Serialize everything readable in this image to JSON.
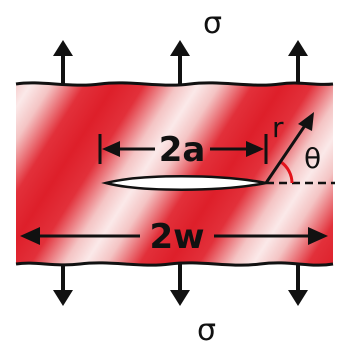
{
  "diagram": {
    "stress_top_label": "σ",
    "stress_bottom_label": "σ",
    "crack_length_label": "2a",
    "width_label": "2w",
    "radius_label": "r",
    "angle_label": "θ"
  },
  "colors": {
    "plate_red": "#dd1f2a",
    "plate_light": "#f6d2d2",
    "outline": "#111111",
    "angle_arc": "#e3131b",
    "crack_fill": "#ffffff"
  }
}
